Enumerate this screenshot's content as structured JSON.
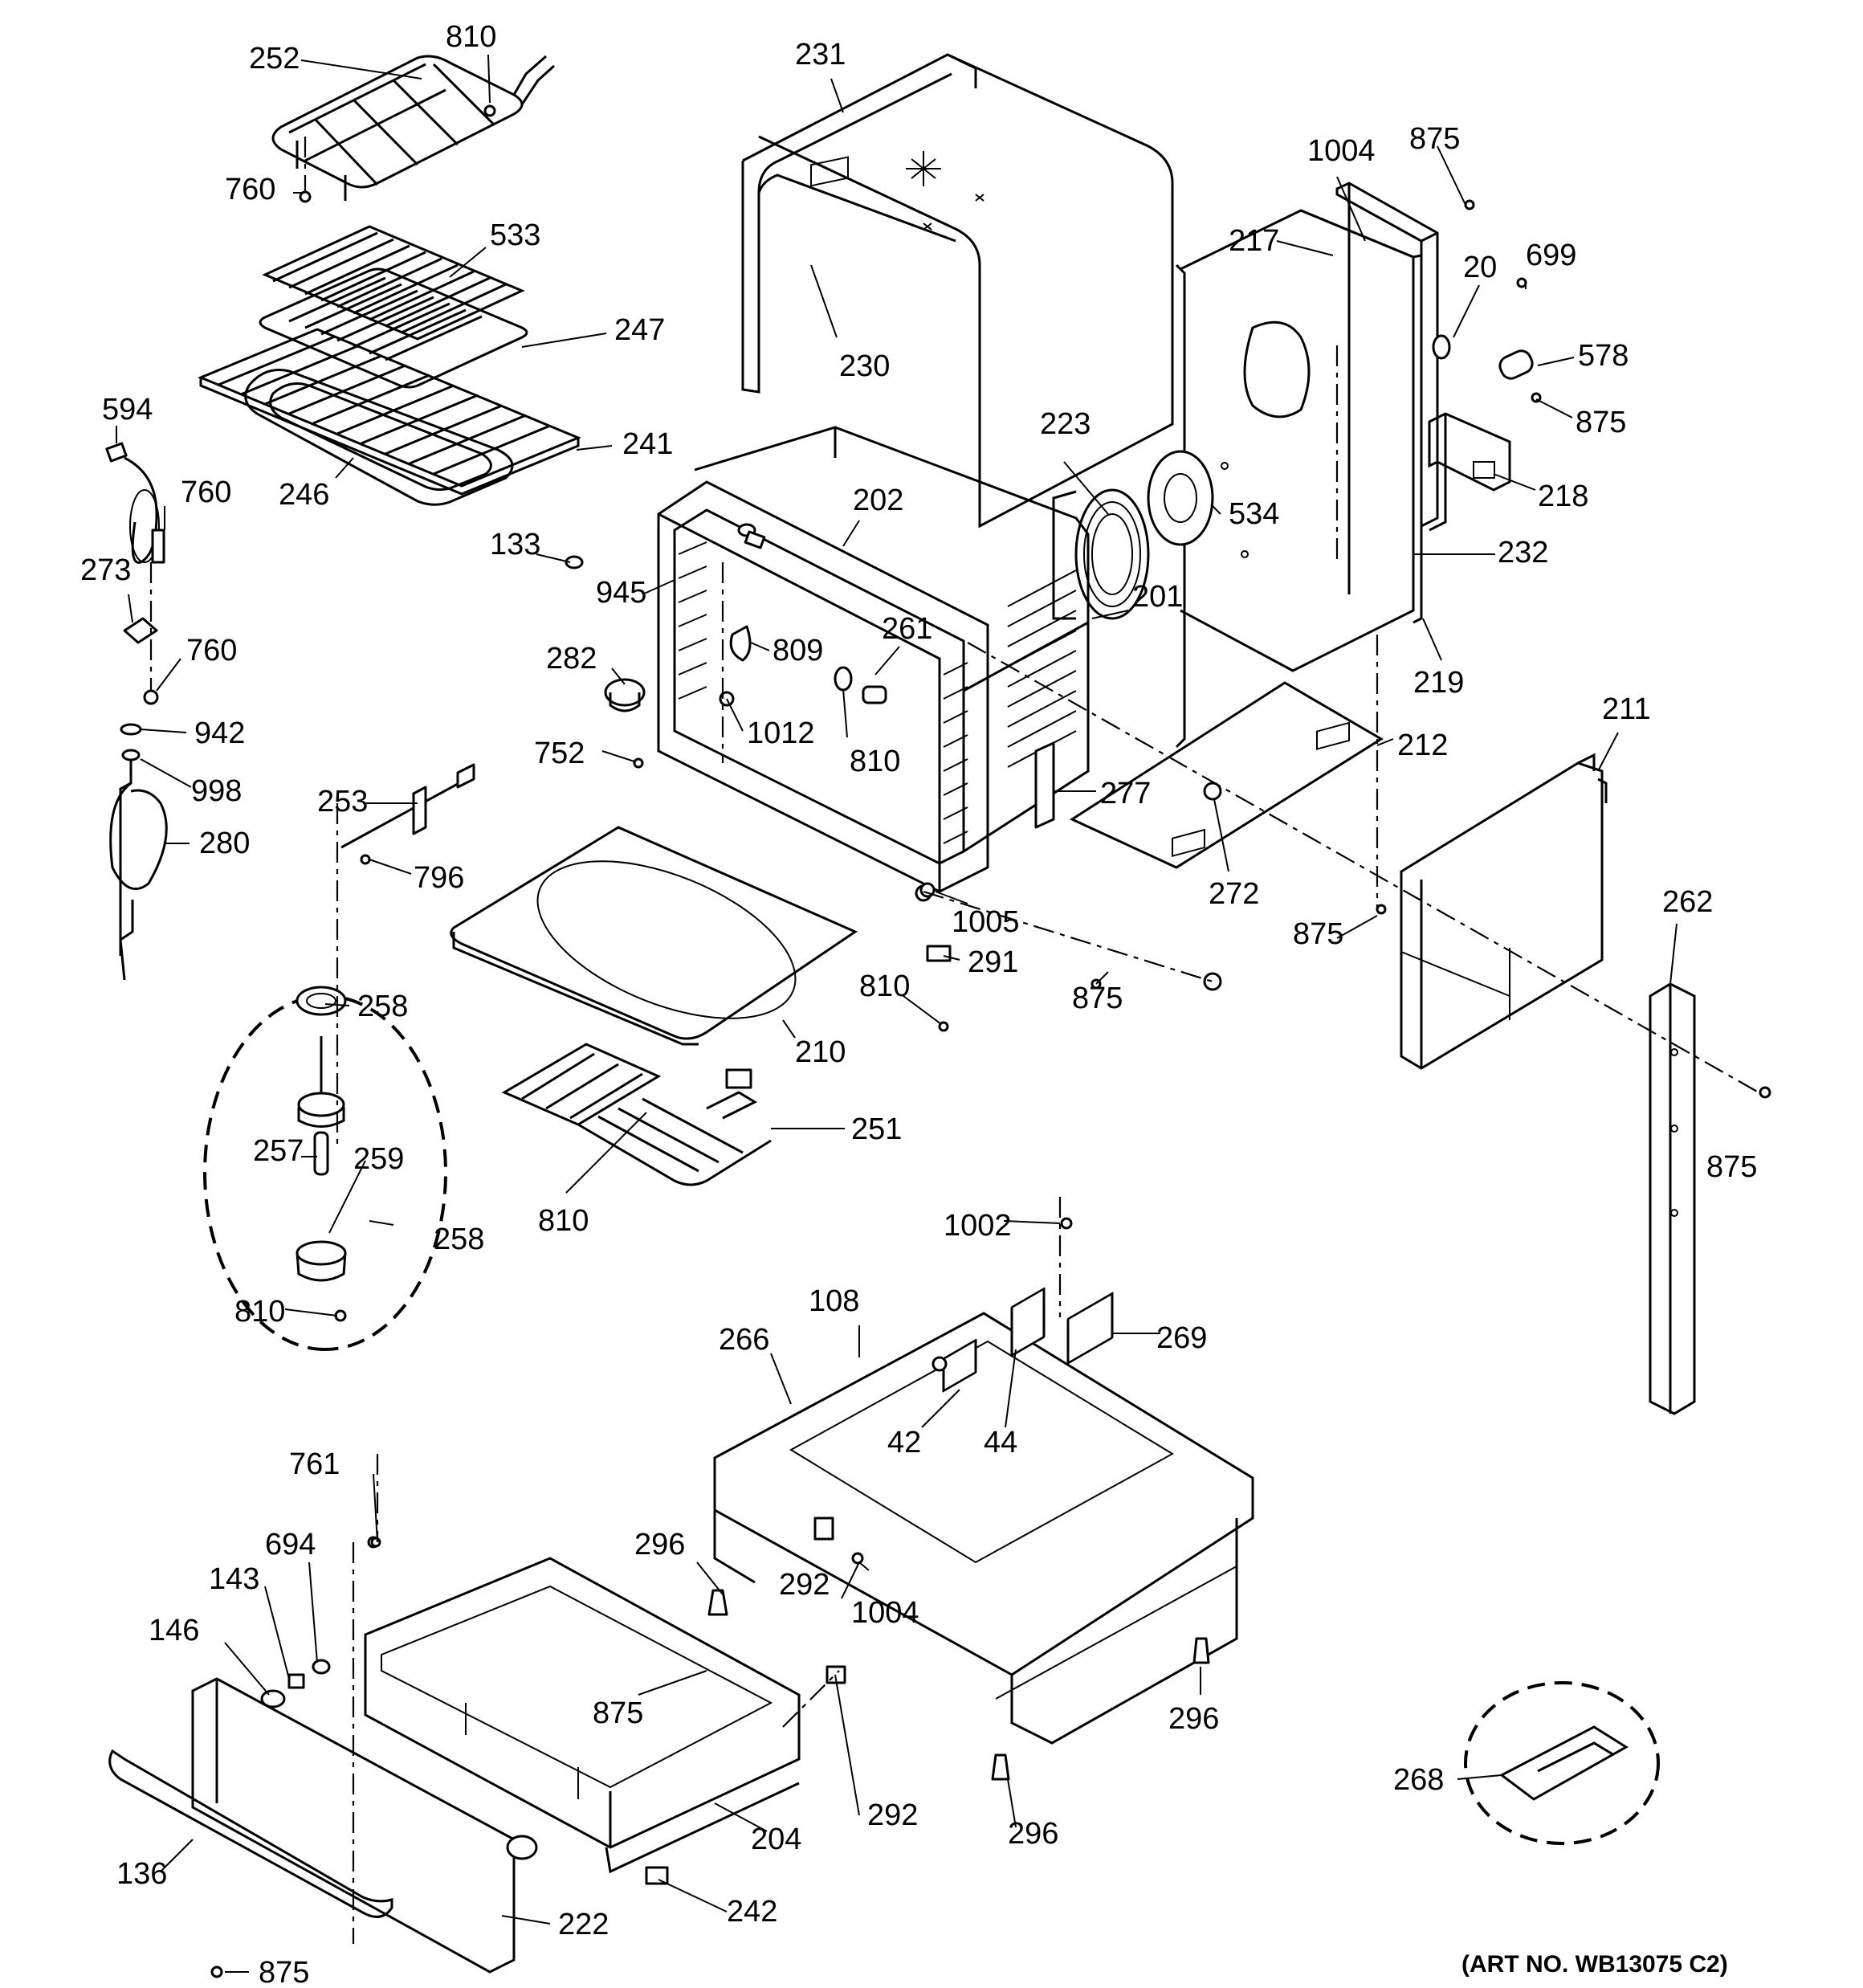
{
  "art_number": "(ART NO. WB13075 C2)",
  "labels": [
    {
      "key": "l252",
      "text": "252"
    },
    {
      "key": "l810a",
      "text": "810"
    },
    {
      "key": "l760a",
      "text": "760"
    },
    {
      "key": "l533",
      "text": "533"
    },
    {
      "key": "l247",
      "text": "247"
    },
    {
      "key": "l241",
      "text": "241"
    },
    {
      "key": "l246",
      "text": "246"
    },
    {
      "key": "l594",
      "text": "594"
    },
    {
      "key": "l760b",
      "text": "760"
    },
    {
      "key": "l273",
      "text": "273"
    },
    {
      "key": "l760c",
      "text": "760"
    },
    {
      "key": "l942",
      "text": "942"
    },
    {
      "key": "l998",
      "text": "998"
    },
    {
      "key": "l280",
      "text": "280"
    },
    {
      "key": "l231",
      "text": "231"
    },
    {
      "key": "l230",
      "text": "230"
    },
    {
      "key": "l223",
      "text": "223"
    },
    {
      "key": "l534",
      "text": "534"
    },
    {
      "key": "l202",
      "text": "202"
    },
    {
      "key": "l133",
      "text": "133"
    },
    {
      "key": "l945",
      "text": "945"
    },
    {
      "key": "l201",
      "text": "201"
    },
    {
      "key": "l261",
      "text": "261"
    },
    {
      "key": "l809",
      "text": "809"
    },
    {
      "key": "l282",
      "text": "282"
    },
    {
      "key": "l1012",
      "text": "1012"
    },
    {
      "key": "l810b",
      "text": "810"
    },
    {
      "key": "l752",
      "text": "752"
    },
    {
      "key": "l253",
      "text": "253"
    },
    {
      "key": "l796",
      "text": "796"
    },
    {
      "key": "l1004a",
      "text": "1004"
    },
    {
      "key": "l875a",
      "text": "875"
    },
    {
      "key": "l217",
      "text": "217"
    },
    {
      "key": "l20",
      "text": "20"
    },
    {
      "key": "l699",
      "text": "699"
    },
    {
      "key": "l578",
      "text": "578"
    },
    {
      "key": "l875b",
      "text": "875"
    },
    {
      "key": "l218",
      "text": "218"
    },
    {
      "key": "l232",
      "text": "232"
    },
    {
      "key": "l219",
      "text": "219"
    },
    {
      "key": "l212",
      "text": "212"
    },
    {
      "key": "l211",
      "text": "211"
    },
    {
      "key": "l277",
      "text": "277"
    },
    {
      "key": "l272",
      "text": "272"
    },
    {
      "key": "l875c",
      "text": "875"
    },
    {
      "key": "l262",
      "text": "262"
    },
    {
      "key": "l1005",
      "text": "1005"
    },
    {
      "key": "l291",
      "text": "291"
    },
    {
      "key": "l875d",
      "text": "875"
    },
    {
      "key": "l810c",
      "text": "810"
    },
    {
      "key": "l875e",
      "text": "875"
    },
    {
      "key": "l210",
      "text": "210"
    },
    {
      "key": "l258a",
      "text": "258"
    },
    {
      "key": "l251",
      "text": "251"
    },
    {
      "key": "l810d",
      "text": "810"
    },
    {
      "key": "l257",
      "text": "257"
    },
    {
      "key": "l259",
      "text": "259"
    },
    {
      "key": "l258b",
      "text": "258"
    },
    {
      "key": "l810e",
      "text": "810"
    },
    {
      "key": "l1002",
      "text": "1002"
    },
    {
      "key": "l108",
      "text": "108"
    },
    {
      "key": "l266",
      "text": "266"
    },
    {
      "key": "l269",
      "text": "269"
    },
    {
      "key": "l42",
      "text": "42"
    },
    {
      "key": "l44",
      "text": "44"
    },
    {
      "key": "l761",
      "text": "761"
    },
    {
      "key": "l694",
      "text": "694"
    },
    {
      "key": "l143",
      "text": "143"
    },
    {
      "key": "l146",
      "text": "146"
    },
    {
      "key": "l296a",
      "text": "296"
    },
    {
      "key": "l292a",
      "text": "292"
    },
    {
      "key": "l1004b",
      "text": "1004"
    },
    {
      "key": "l875f",
      "text": "875"
    },
    {
      "key": "l296b",
      "text": "296"
    },
    {
      "key": "l292b",
      "text": "292"
    },
    {
      "key": "l296c",
      "text": "296"
    },
    {
      "key": "l204",
      "text": "204"
    },
    {
      "key": "l136",
      "text": "136"
    },
    {
      "key": "l222",
      "text": "222"
    },
    {
      "key": "l242",
      "text": "242"
    },
    {
      "key": "l875g",
      "text": "875"
    },
    {
      "key": "l268",
      "text": "268"
    }
  ]
}
